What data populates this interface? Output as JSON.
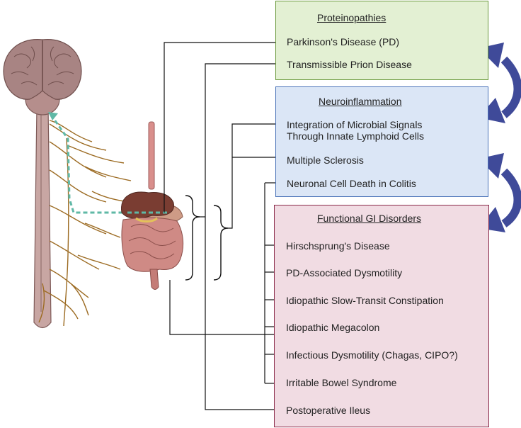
{
  "proteinopathies": {
    "header": "Proteinopathies",
    "items": [
      "Parkinson's Disease (PD)",
      "Transmissible Prion Disease"
    ],
    "fill": "#e3f0d3",
    "border": "#6b9a3d"
  },
  "neuroinflammation": {
    "header": "Neuroinflammation",
    "items": [
      "Integration of Microbial Signals",
      "Through Innate Lymphoid Cells",
      "Multiple Sclerosis",
      "Neuronal Cell Death in Colitis"
    ],
    "fill": "#dbe6f6",
    "border": "#4a72b8"
  },
  "functional_gi": {
    "header": "Functional GI Disorders",
    "items": [
      "Hirschsprung's Disease",
      "PD-Associated Dysmotility",
      "Idiopathic Slow-Transit Constipation",
      "Idiopathic Megacolon",
      "Infectious Dysmotility (Chagas, CIPO?)",
      "Irritable Bowel Syndrome",
      "Postoperative Ileus"
    ],
    "fill": "#f1dce3",
    "border": "#8a2a4a"
  },
  "colors": {
    "arrow": "#3f4a99",
    "nerve": "#9c6b22",
    "tract": "#5fb8a6",
    "brain": "#a88483",
    "connector": "#111111"
  },
  "icons": [
    "brain-spinal-cord-illustration",
    "digestive-system-illustration",
    "curved-double-arrow"
  ]
}
